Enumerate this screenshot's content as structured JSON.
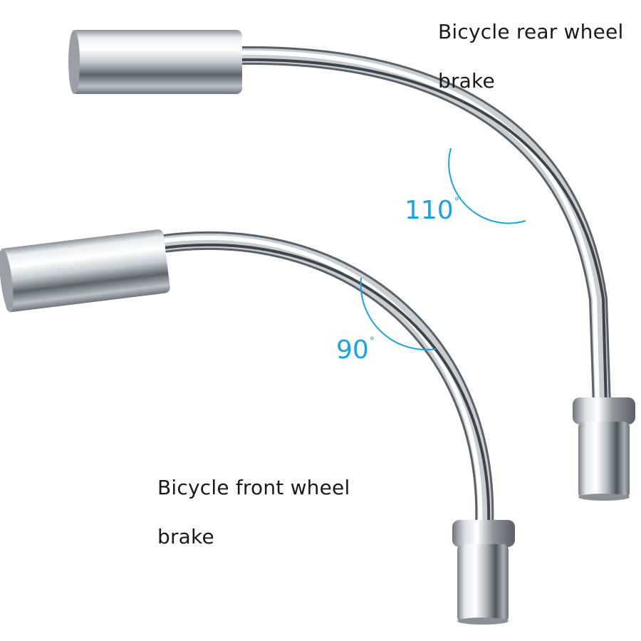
{
  "captions": {
    "rear": {
      "line1": "Bicycle rear wheel",
      "line2": "brake"
    },
    "front": {
      "line1": "Bicycle front wheel",
      "line2": "brake"
    }
  },
  "angles": {
    "rear": {
      "value": "110",
      "unit": "°"
    },
    "front": {
      "value": "90",
      "unit": "°"
    }
  },
  "colors": {
    "background": "#ffffff",
    "text": "#1a1a1a",
    "angle_accent": "#1aa3dc",
    "chrome_light": "#f4f6f8",
    "chrome_dark": "#4a4f55"
  }
}
